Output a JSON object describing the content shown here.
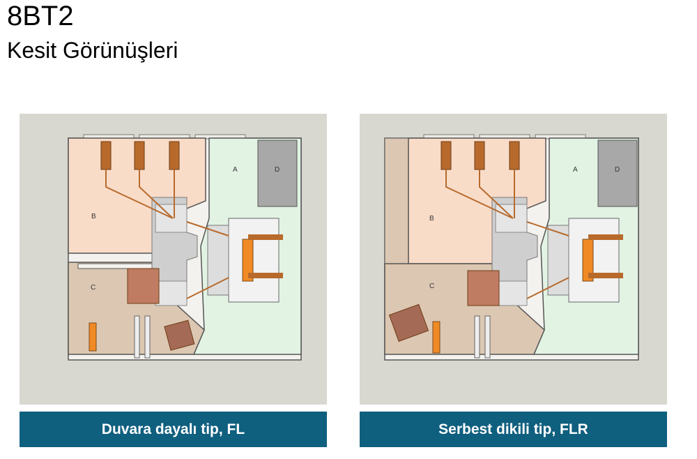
{
  "header": {
    "title": "8BT2",
    "subtitle": "Kesit Görünüşleri"
  },
  "diagrams": [
    {
      "caption": "Duvara dayalı tip, FL",
      "labels": {
        "a": "A",
        "b": "B",
        "c": "C",
        "d": "D"
      }
    },
    {
      "caption": "Serbest dikili tip, FLR",
      "labels": {
        "a": "A",
        "b": "B",
        "c": "C",
        "d": "D"
      }
    }
  ],
  "colors": {
    "panel_bg": "#d9d8d0",
    "caption_bg": "#0f5f7f",
    "busbar_compartment": "#f9dcc8",
    "cable_compartment": "#dcc7b2",
    "breaker_compartment": "#e2f3e4",
    "lv_compartment": "#a8a8a8",
    "copper": "#b86a2c",
    "orange": "#f08a24"
  }
}
